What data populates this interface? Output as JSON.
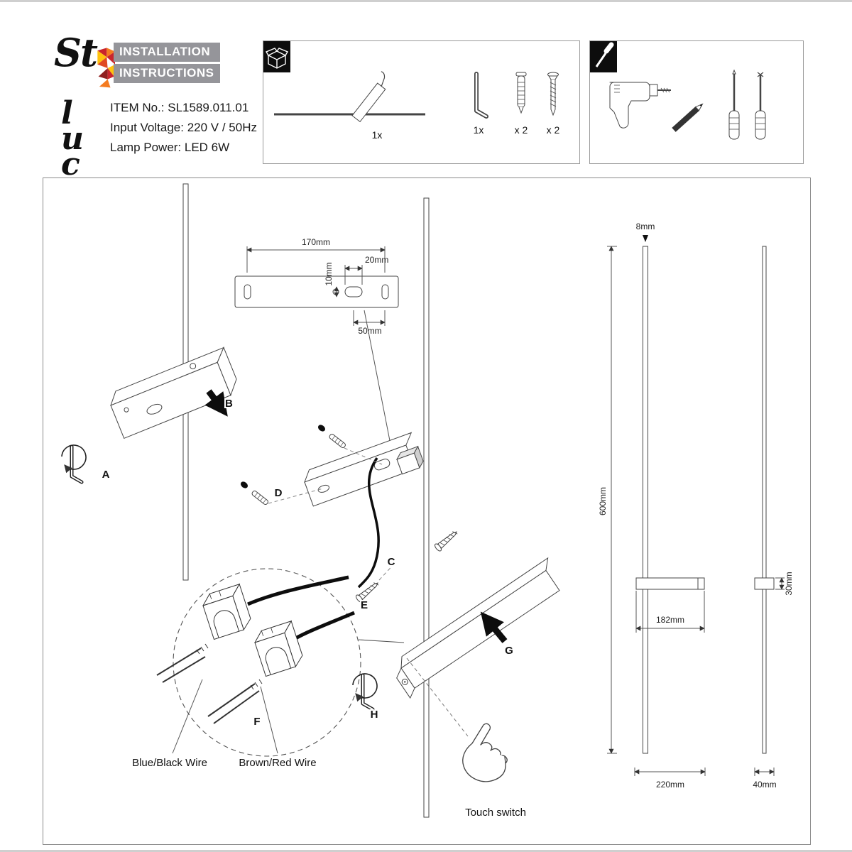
{
  "brand": {
    "logo_st": "St",
    "logo_luce": "luce",
    "colors": {
      "red": "#c9252c",
      "dark_red": "#8f1f1f",
      "orange": "#f47b20",
      "yellow": "#ffc20e"
    }
  },
  "header": {
    "title_line1": "INSTALLATION",
    "title_line2": "INSTRUCTIONS",
    "item_no_label": "ITEM No.: SL1589.011.01",
    "voltage_label": "Input Voltage: 220 V / 50Hz",
    "power_label": "Lamp Power: LED 6W"
  },
  "package_box": {
    "lamp_qty": "1x",
    "hex_key_qty": "1x",
    "anchor_qty": "x 2",
    "screw_qty": "x 2"
  },
  "steps": {
    "a": "A",
    "b": "B",
    "c": "C",
    "d": "D",
    "e": "E",
    "f": "F",
    "g": "G",
    "h": "H"
  },
  "dimensions": {
    "bracket_length": "170mm",
    "slot_height": "10mm",
    "slot_width": "20mm",
    "slot_offset": "50mm",
    "rod_diameter": "8mm",
    "rod_length": "600mm",
    "bracket_width": "182mm",
    "body_depth": "30mm",
    "body_width": "220mm",
    "side_width": "40mm"
  },
  "labels": {
    "wire_blue": "Blue/Black Wire",
    "wire_brown": "Brown/Red Wire",
    "touch_switch": "Touch switch"
  }
}
